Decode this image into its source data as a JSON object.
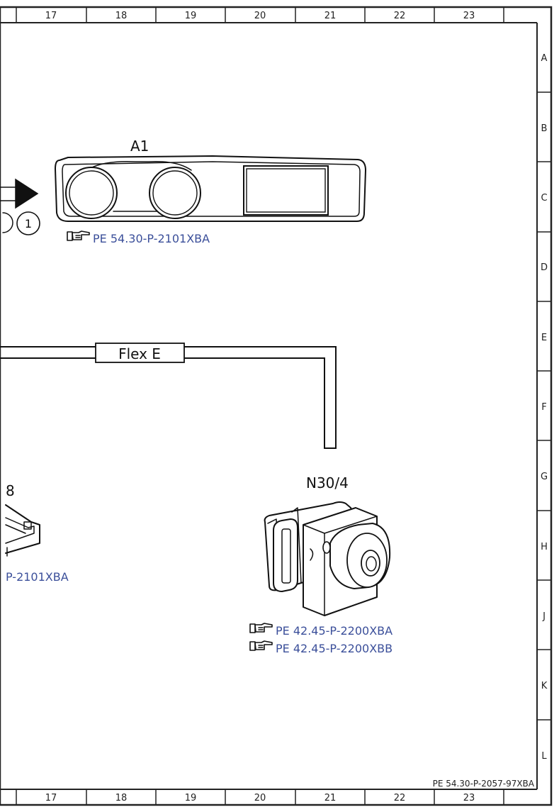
{
  "columns": [
    "17",
    "18",
    "19",
    "20",
    "21",
    "22",
    "23"
  ],
  "rows": [
    "A",
    "B",
    "C",
    "D",
    "E",
    "F",
    "G",
    "H",
    "J",
    "K",
    "L"
  ],
  "components": {
    "instrument_cluster": {
      "label": "A1",
      "ref": "PE 54.30-P-2101XBA"
    },
    "abs_unit": {
      "label": "N30/4",
      "refs": [
        "PE 42.45-P-2200XBA",
        "PE 42.45-P-2200XBB"
      ]
    },
    "partial_component": {
      "label": "8",
      "ref": "P-2101XBA"
    }
  },
  "connector_marker": "1",
  "bus": {
    "label": "Flex E"
  },
  "document_id": "PE 54.30-P-2057-97XBA"
}
